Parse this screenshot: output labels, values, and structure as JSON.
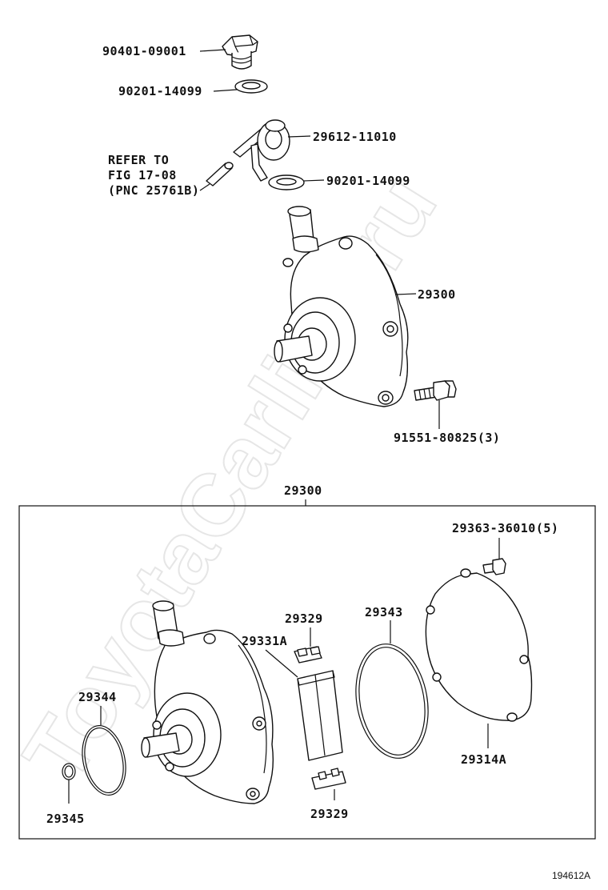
{
  "watermark": "ToyotaCarline.ru",
  "refer_note": {
    "line1": "REFER TO",
    "line2": "FIG 17-08",
    "line3": "(PNC 25761B)"
  },
  "upper_labels": {
    "plug": "90401-09001",
    "gasket_top": "90201-14099",
    "union": "29612-11010",
    "gasket_mid": "90201-14099",
    "pump": "29300",
    "bolt": "91551-80825(3)"
  },
  "assembly": {
    "title": "29300",
    "screw": "29363-36010(5)",
    "vane_top": "29329",
    "rotor": "29331A",
    "o_ring_large": "29343",
    "cover": "29314A",
    "o_ring_mid": "29344",
    "o_ring_small": "29345",
    "vane_bottom": "29329"
  },
  "figure_code": "194612A"
}
